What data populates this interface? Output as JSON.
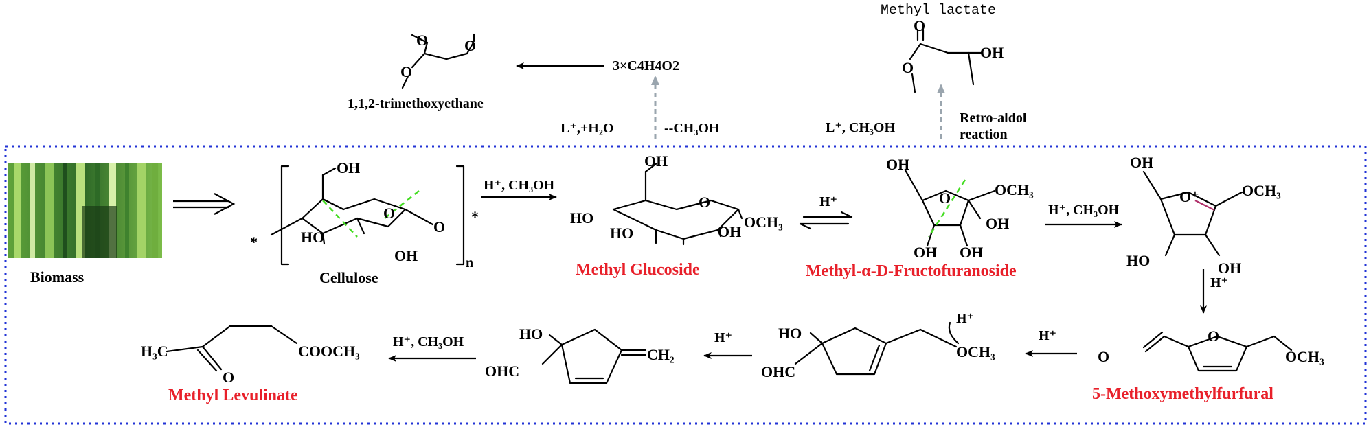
{
  "colors": {
    "dotted_frame": "#2233d6",
    "highlight_text": "#e8202a",
    "cleavage_dash": "#44dd22",
    "dashed_arrow": "#9aa5ae",
    "double_bond_mark": "#b0306a"
  },
  "compounds": {
    "biomass": "Biomass",
    "cellulose": "Cellulose",
    "methyl_glucoside": "Methyl Glucoside",
    "methyl_fructofuranoside": "Methyl-α-D-Fructofuranoside",
    "methoxymethylfurfural": "5-Methoxymethylfurfural",
    "methyl_levulinate": "Methyl Levulinate",
    "methyl_lactate": "Methyl lactate",
    "trimethoxyethane": "1,1,2-trimethoxyethane",
    "c4_fragment": "3×C4H4O2"
  },
  "conditions": {
    "cellulose_to_glucoside": "H⁺, CH₃OH",
    "glucoside_to_fructoside": "H⁺",
    "fructoside_to_cation": "H⁺, CH₃OH",
    "cation_to_mmf": "H⁺",
    "mmf_to_intermediate": "H⁺",
    "intermediate_to_diene": "H⁺",
    "diene_to_levulinate": "H⁺, CH₃OH",
    "glucoside_side": "L⁺,+H₂O",
    "glucoside_side_2": "--CH₃OH",
    "fructoside_side": "L⁺, CH₃OH",
    "retro_aldol_1": "Retro-aldol",
    "retro_aldol_2": "reaction"
  },
  "atoms": {
    "oh": "OH",
    "ho": "HO",
    "o": "O",
    "och3": "OCH₃",
    "n": "n",
    "star": "*",
    "ohc": "OHC",
    "ch2": "CH₂",
    "h3c": "H₃C",
    "cooch3": "COOCH₃",
    "hplus": "H⁺",
    "oplus": "O⁺"
  },
  "icons": {
    "biomass_photo": "bamboo-forest-photo",
    "retrosynthesis_arrow": "double-line-arrow",
    "equilibrium": "equilibrium-arrows"
  }
}
